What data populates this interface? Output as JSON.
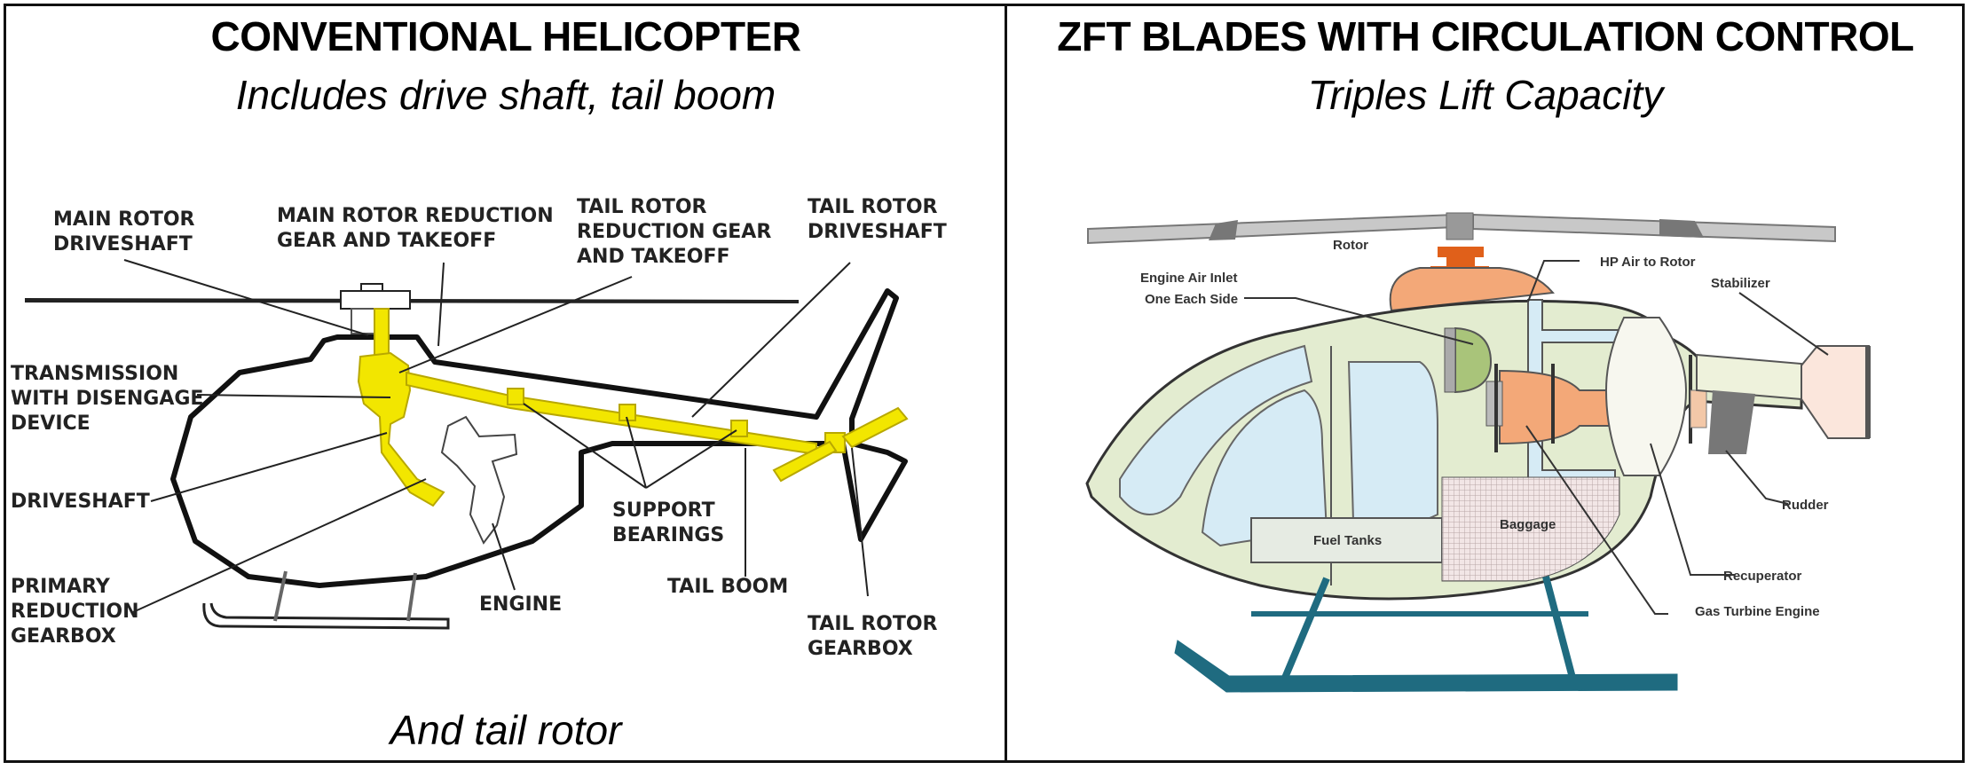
{
  "left_panel": {
    "title": "CONVENTIONAL HELICOPTER",
    "subtitle": "Includes drive shaft, tail boom",
    "footer": "And tail rotor",
    "labels": {
      "main_rotor_driveshaft": [
        "MAIN ROTOR",
        "DRIVESHAFT"
      ],
      "main_rotor_reduction": [
        "MAIN ROTOR REDUCTION",
        "GEAR AND TAKEOFF"
      ],
      "tail_rotor_reduction": [
        "TAIL ROTOR",
        "REDUCTION GEAR",
        "AND TAKEOFF"
      ],
      "tail_rotor_driveshaft": [
        "TAIL ROTOR",
        "DRIVESHAFT"
      ],
      "transmission": [
        "TRANSMISSION",
        "WITH DISENGAGE",
        "DEVICE"
      ],
      "driveshaft": [
        "DRIVESHAFT"
      ],
      "primary_reduction": [
        "PRIMARY",
        "REDUCTION",
        "GEARBOX"
      ],
      "engine": [
        "ENGINE"
      ],
      "support_bearings": [
        "SUPPORT",
        "BEARINGS"
      ],
      "tail_boom": [
        "TAIL BOOM"
      ],
      "tail_rotor_gearbox": [
        "TAIL ROTOR",
        "GEARBOX"
      ]
    }
  },
  "right_panel": {
    "title": "ZFT BLADES WITH CIRCULATION CONTROL",
    "subtitle": "Triples Lift Capacity",
    "labels": {
      "rotor": "Rotor",
      "engine_air_inlet": [
        "Engine Air Inlet",
        "One Each Side"
      ],
      "hp_air": "HP Air to Rotor",
      "stabilizer": "Stabilizer",
      "rudder": "Rudder",
      "fuel_tanks": "Fuel Tanks",
      "baggage": "Baggage",
      "recuperator": "Recuperator",
      "gas_turbine": "Gas Turbine Engine"
    }
  },
  "colors": {
    "drive_yellow": "#f2e600",
    "fuselage_green": "#e3ecd0",
    "window_blue": "#d6ebf5",
    "engine_orange": "#f3a878",
    "skid_teal": "#1f6b80",
    "rotor_gray": "#c8c8c8",
    "tail_pink": "#fbe6dc"
  }
}
